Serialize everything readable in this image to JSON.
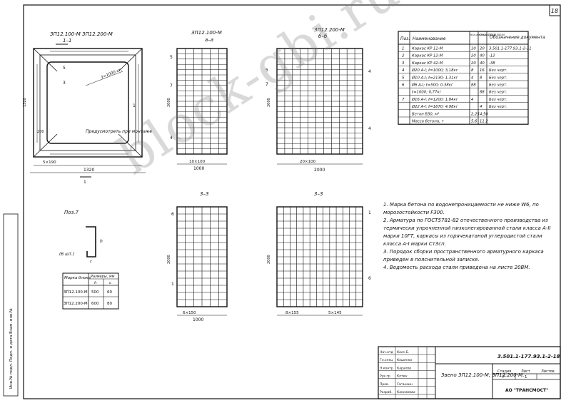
{
  "sheet_number": "18",
  "labels": {
    "plan_title": "ЗП12.100-М ЗП12.200-М",
    "section11": "1–1",
    "title100": "ЗП12.100-М",
    "title200": "ЗП12.200-М",
    "sec_a": "а–а",
    "sec_b": "б–б",
    "sec33a": "3–3",
    "sec33b": "3–3",
    "pos7": "Поз.7",
    "pos7_note": "(6 шт.)",
    "plan_note": "Предусмотреть при монтаже",
    "dim1320": "1320",
    "dim1000": "1000",
    "dim2000a": "2000",
    "dim2000b": "2000",
    "dim1000b": "1000",
    "dim5x190": "5×190",
    "dim8x155": "8×155",
    "dim6x150": "6×150",
    "dim5x145": "5×145",
    "dim20x100": "20×100",
    "dim10x100": "10×100"
  },
  "spec": {
    "headers": [
      "Поз.",
      "Наименование",
      "Кол-во ЗП12.100-М",
      "Кол-во ЗП12.200-М",
      "Обозначение документа"
    ],
    "rows": [
      [
        "1",
        "Каркас КР 11-М",
        "10",
        "20",
        "3.501.1-177.93.1-2-11"
      ],
      [
        "2",
        "Каркас КР 12-М",
        "20",
        "40",
        "-12"
      ],
      [
        "3",
        "Каркас КР 42-М",
        "20",
        "40",
        "-38"
      ],
      [
        "4",
        "Ø20 А-I; ℓ=1000; 3,18кг",
        "8",
        "16",
        "Без черт."
      ],
      [
        "5",
        "Ø10 А-I; ℓ=2130; 1,31кг",
        "4",
        "8",
        "Без черт."
      ],
      [
        "6",
        "Ø6 А-I; ℓ=500; 0,38кг",
        "88",
        "",
        "Без черт."
      ],
      [
        "",
        "ℓ=1000; 0,77кг",
        "",
        "88",
        "Без черт."
      ],
      [
        "7",
        "Ø16 А-I; ℓ=1200; 1,84кг",
        "4",
        "",
        "Без черт."
      ],
      [
        "",
        "Ø22 А-I; ℓ=1670; 4,98кг",
        "",
        "4",
        "Без черт."
      ],
      [
        "",
        "Бетон В30, м³",
        "2,25",
        "4,50",
        ""
      ],
      [
        "",
        "Масса бетона, т",
        "5,6",
        "11,2",
        ""
      ]
    ]
  },
  "mini": {
    "headers": [
      "Марка блока",
      "Размеры, мм h",
      "Размеры, мм c"
    ],
    "rows": [
      [
        "ЗП12.100-М",
        "500",
        "60"
      ],
      [
        "ЗП12.200-М",
        "600",
        "80"
      ]
    ]
  },
  "notes": [
    "1. Марка бетона по водонепроницаемости не ниже W6, по морозостойкости F300.",
    "2. Арматура по ГОСТ5781-82 отечественного производства из термически упрочненной низколегированной стали класса А-II марки 10ГТ, каркасы из горячекатаной углеродистой стали класса А-I марки Ст3сп.",
    "3. Порядок сборки пространственного арматурного каркаса приведен в пояснительной записке.",
    "4. Ведомость расхода стали приведена на листе 20ВМ."
  ],
  "title_block": {
    "code": "3.501.1-177.93.1-2-18",
    "title": "Звено ЗП12.100-М; ЗП12.200-М.",
    "org": "АО \"ТРАНСМОСТ\"",
    "stage_label": "Стадия",
    "sheet_label": "Лист",
    "sheets_label": "Листов",
    "stage": "Р",
    "sheet": "1",
    "roles": [
      "Нач.отд",
      "Гл.спец",
      "Н.контр",
      "Рук.гр",
      "Пров.",
      "Разраб."
    ],
    "names": [
      "Коск Б.",
      "Кошенко",
      "Каралов",
      "Котин",
      "Гаганкин",
      "Каксимова"
    ]
  },
  "side_stamp": "Инв.№ подл.   Подп. и дата   Взам. инв.№",
  "watermark": "block-gbi.ru"
}
